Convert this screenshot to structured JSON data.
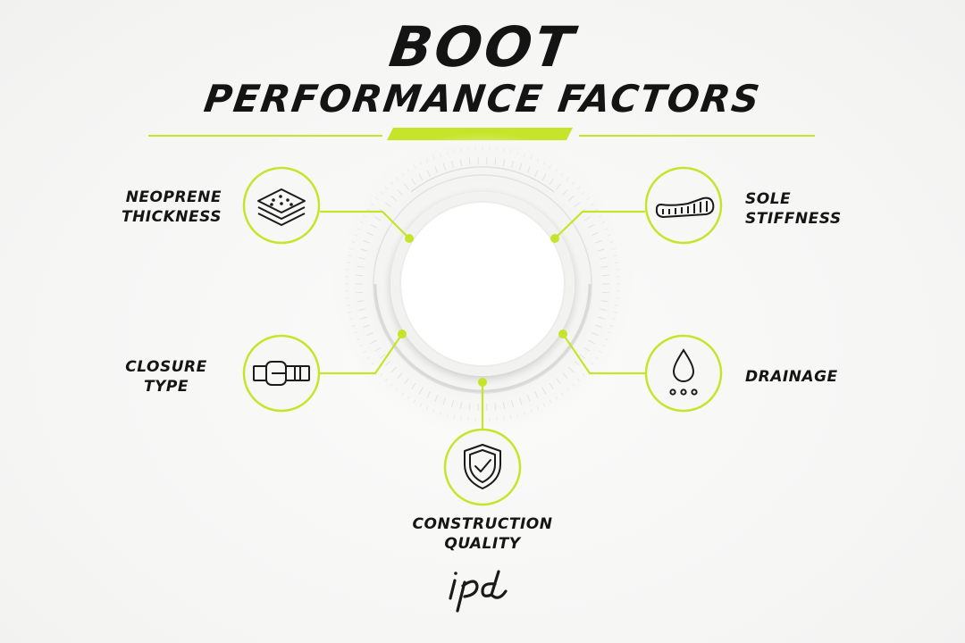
{
  "title": {
    "line1": "BOOT",
    "line2": "PERFORMANCE FACTORS"
  },
  "factors": [
    {
      "id": "neoprene",
      "label_lines": [
        "NEOPRENE",
        "THICKNESS"
      ],
      "icon": "layers-icon"
    },
    {
      "id": "sole",
      "label_lines": [
        "SOLE",
        "STIFFNESS"
      ],
      "icon": "shoe-sole-icon"
    },
    {
      "id": "closure",
      "label_lines": [
        "CLOSURE",
        "TYPE"
      ],
      "icon": "belt-buckle-icon"
    },
    {
      "id": "drainage",
      "label_lines": [
        "DRAINAGE"
      ],
      "icon": "water-drop-icon"
    },
    {
      "id": "construction",
      "label_lines": [
        "CONSTRUCTION",
        "QUALITY"
      ],
      "icon": "shield-check-icon"
    }
  ],
  "logo": {
    "text": "ipd"
  },
  "colors": {
    "accent": "#c6e52a",
    "text": "#151515",
    "ring": "#e6e6e6"
  }
}
